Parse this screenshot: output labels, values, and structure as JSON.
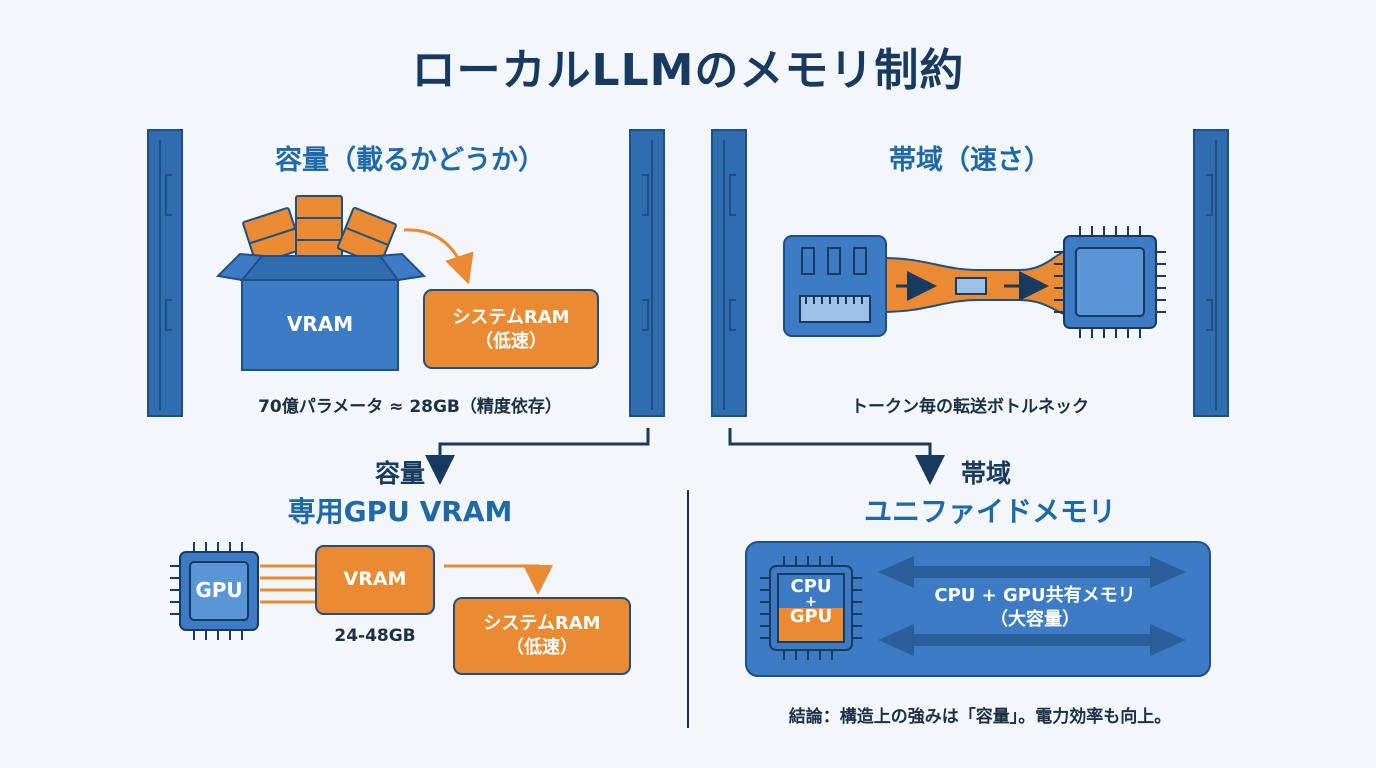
{
  "title": "ローカルLLMのメモリ制約",
  "capacity_panel": {
    "heading": "容量（載るかどうか）",
    "box_label": "VRAM",
    "spill_label_line1": "システムRAM",
    "spill_label_line2": "（低速）",
    "caption": "70億パラメータ ≈ 28GB（精度依存）"
  },
  "bandwidth_panel": {
    "heading": "帯域（速さ）",
    "caption": "トークン毎の転送ボトルネック"
  },
  "discrete_gpu": {
    "connector_label": "容量",
    "heading": "専用GPU VRAM",
    "chip_label": "GPU",
    "vram_label": "VRAM",
    "vram_size": "24-48GB",
    "spill_label_line1": "システムRAM",
    "spill_label_line2": "（低速）"
  },
  "unified_memory": {
    "connector_label": "帯域",
    "heading": "ユニファイドメモリ",
    "chip_line1": "CPU",
    "chip_plus": "+",
    "chip_line2": "GPU",
    "shared_line1": "CPU + GPU共有メモリ",
    "shared_line2": "（大容量）",
    "conclusion": "結論：構造上の強みは「容量」。電力効率も向上。"
  },
  "colors": {
    "blue": "#3d7cc4",
    "dark_blue": "#1e4f86",
    "orange": "#ea8a32",
    "navy": "#173a5e",
    "background": "#f3f7fb"
  }
}
